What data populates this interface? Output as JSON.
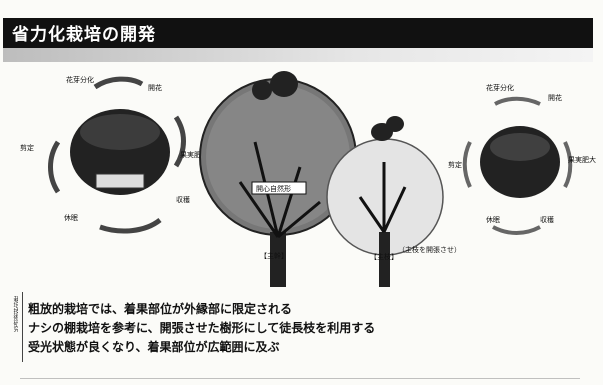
{
  "slide": {
    "title": "省力化栽培の開発",
    "sidebar_text": "栽培技術研究",
    "body_lines": [
      "粗放的栽培では、着果部位が外縁部に限定される",
      "ナシの棚栽培を参考に、開張させた樹形にして徒長枝を利用する",
      "受光状態が良くなり、着果部位が広範囲に及ぶ"
    ]
  },
  "figure": {
    "left_cycle": {
      "labels": [
        "花芽分化",
        "開花",
        "果実肥大",
        "収穫",
        "休眠",
        "剪定"
      ]
    },
    "center": {
      "tree1_label": "【主幹】",
      "tree1_box_label": "開心自然形",
      "tree2_label": "【主枝】",
      "tree2_note": "（主枝を開張させ）"
    },
    "right_cycle": {
      "labels": [
        "花芽分化",
        "開花",
        "果実肥大",
        "収穫",
        "休眠",
        "剪定"
      ]
    }
  }
}
